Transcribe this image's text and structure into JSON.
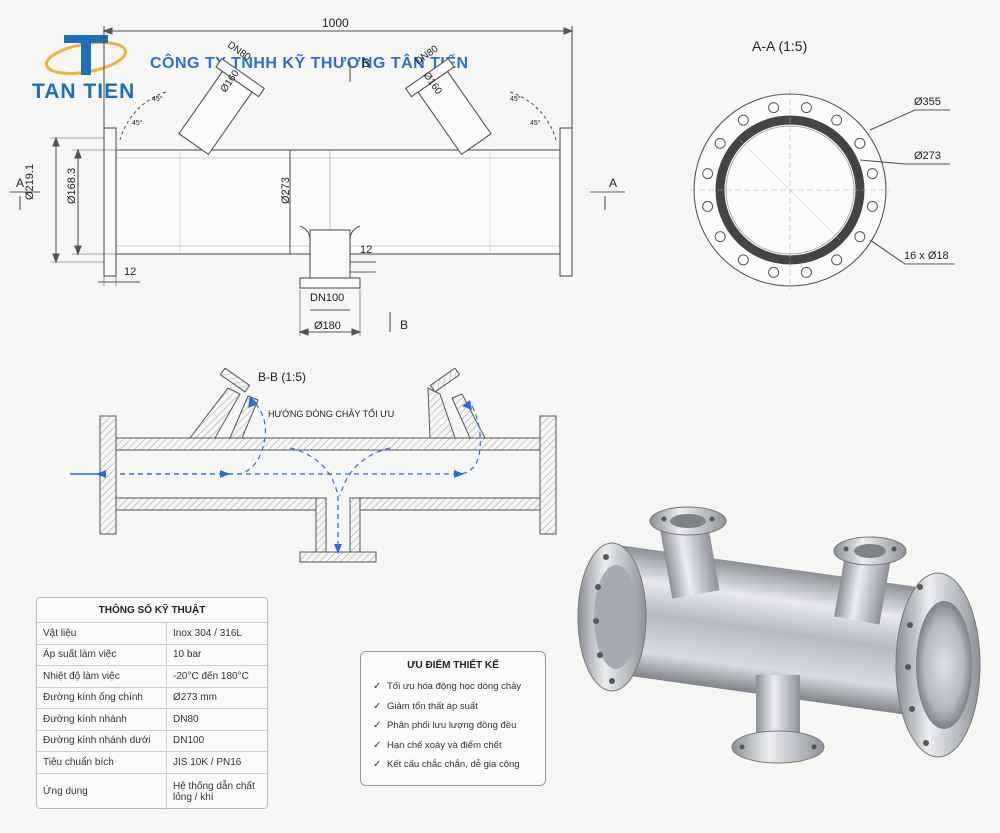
{
  "logo": {
    "text": "TAN TIEN",
    "letter": "T"
  },
  "company": "CÔNG TY TNHH KỸ THƯƠNG TÂN TIẾN",
  "front_view": {
    "overall_length": "1000",
    "flange_od": "Ø219.1",
    "pipe_od": "Ø168.3",
    "main_dia": "Ø273",
    "flange_thk_left": "12",
    "flange_thk_bottom": "12",
    "bottom_branch": "DN100",
    "bottom_flange_dia": "Ø180",
    "branch_left_dn": "DN80",
    "branch_left_dia": "Ø160",
    "branch_right_dn": "DN80",
    "branch_right_dia": "Ø160",
    "angle_left_a": "45°",
    "angle_left_b": "45°",
    "angle_right_a": "45°",
    "angle_right_b": "45°",
    "section_a_left": "A",
    "section_a_right": "A",
    "section_b_top": "B",
    "section_b_bottom": "B"
  },
  "section_aa": {
    "title": "A-A (1:5)",
    "dim_outer": "Ø355",
    "dim_inner": "Ø273",
    "dim_holes": "16 x Ø18"
  },
  "section_bb": {
    "title": "B-B (1:5)",
    "flow_label": "HƯỚNG DÒNG CHẢY TỐI ƯU"
  },
  "spec_table": {
    "title": "THÔNG SỐ KỸ THUẬT",
    "rows": [
      {
        "key": "Vật liệu",
        "value": "Inox 304 / 316L"
      },
      {
        "key": "Áp suất làm việc",
        "value": "10 bar"
      },
      {
        "key": "Nhiệt độ làm việc",
        "value": "-20°C đến 180°C"
      },
      {
        "key": "Đường kính ống chính",
        "value": "Ø273 mm"
      },
      {
        "key": "Đường kính nhánh",
        "value": "DN80"
      },
      {
        "key": "Đường kính nhánh dưới",
        "value": "DN100"
      },
      {
        "key": "Tiêu chuẩn bích",
        "value": "JIS 10K / PN16"
      },
      {
        "key": "Ứng dụng",
        "value": "Hệ thống dẫn chất lỏng / khí"
      }
    ]
  },
  "advantages": {
    "title": "ƯU ĐIỂM THIẾT KẾ",
    "items": [
      "Tối ưu hóa động học dòng chảy",
      "Giảm tổn thất áp suất",
      "Phân phối lưu lượng đồng đều",
      "Hạn chế xoáy và điểm chết",
      "Kết cấu chắc chắn, dễ gia công"
    ]
  },
  "colors": {
    "brand_blue": "#1d6fb8",
    "line": "#555555",
    "flow_arrow": "#2a6fd6",
    "steel": "#c9ccd0"
  }
}
